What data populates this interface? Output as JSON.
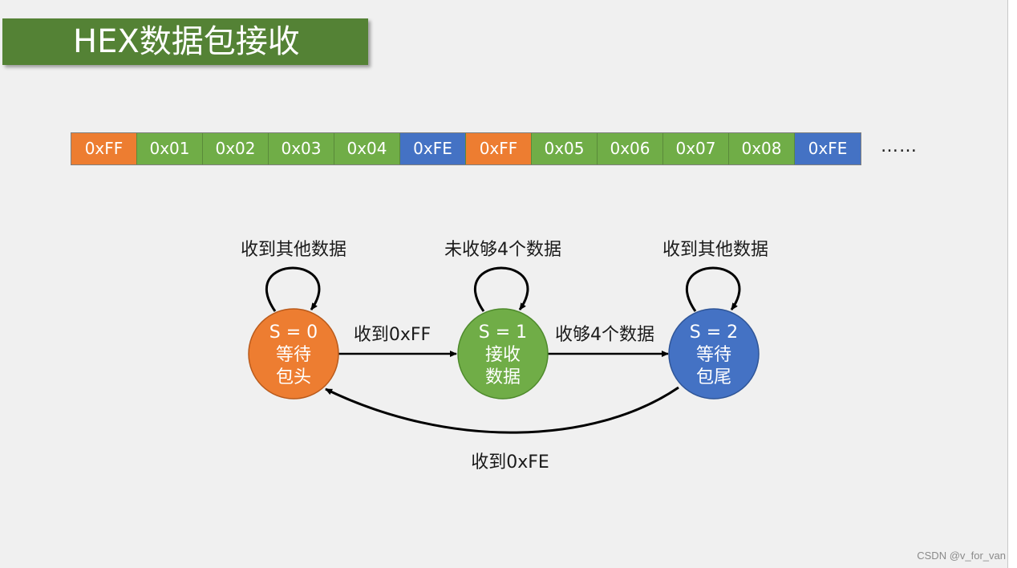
{
  "title": "HEX数据包接收",
  "colors": {
    "header": "#ED7D31",
    "data": "#70AD47",
    "tail": "#4472C4",
    "title_bg": "#548235"
  },
  "byte_sequence": [
    {
      "label": "0xFF",
      "role": "header"
    },
    {
      "label": "0x01",
      "role": "data"
    },
    {
      "label": "0x02",
      "role": "data"
    },
    {
      "label": "0x03",
      "role": "data"
    },
    {
      "label": "0x04",
      "role": "data"
    },
    {
      "label": "0xFE",
      "role": "tail"
    },
    {
      "label": "0xFF",
      "role": "header"
    },
    {
      "label": "0x05",
      "role": "data"
    },
    {
      "label": "0x06",
      "role": "data"
    },
    {
      "label": "0x07",
      "role": "data"
    },
    {
      "label": "0x08",
      "role": "data"
    },
    {
      "label": "0xFE",
      "role": "tail"
    }
  ],
  "ellipsis": "……",
  "states": [
    {
      "id": "s0",
      "lines": [
        "S = 0",
        "等待",
        "包头"
      ],
      "role": "header"
    },
    {
      "id": "s1",
      "lines": [
        "S = 1",
        "接收",
        "数据"
      ],
      "role": "data"
    },
    {
      "id": "s2",
      "lines": [
        "S = 2",
        "等待",
        "包尾"
      ],
      "role": "tail"
    }
  ],
  "transitions": {
    "s0_self": "收到其他数据",
    "s1_self": "未收够4个数据",
    "s2_self": "收到其他数据",
    "s0_to_s1": "收到0xFF",
    "s1_to_s2": "收够4个数据",
    "s2_to_s0": "收到0xFE"
  },
  "watermark": "CSDN @v_for_van"
}
